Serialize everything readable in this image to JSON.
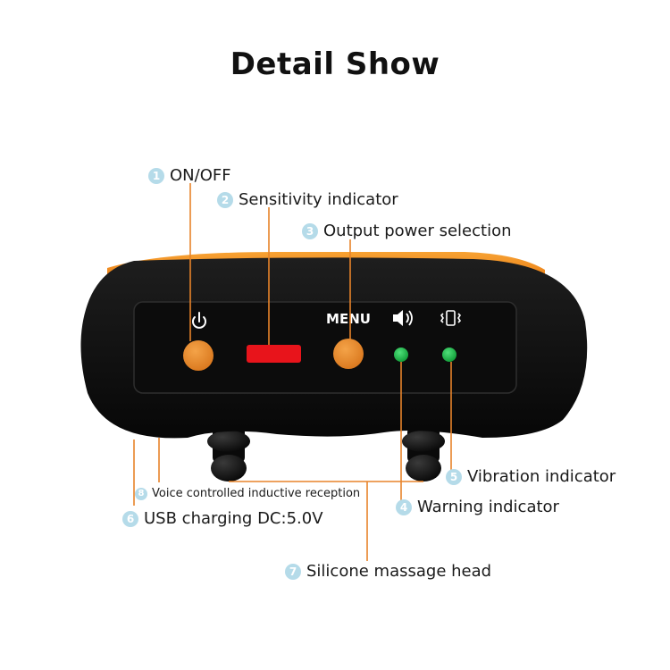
{
  "title": "Detail Show",
  "callouts": [
    {
      "num": "1",
      "label": "ON/OFF"
    },
    {
      "num": "2",
      "label": "Sensitivity indicator"
    },
    {
      "num": "3",
      "label": "Output power selection"
    },
    {
      "num": "4",
      "label": "Warning indicator"
    },
    {
      "num": "5",
      "label": "Vibration indicator"
    },
    {
      "num": "6",
      "label": "USB charging DC:5.0V"
    },
    {
      "num": "7",
      "label": "Silicone massage head"
    },
    {
      "num": "8",
      "label": "Voice controlled inductive reception"
    }
  ],
  "device": {
    "menu_label": "MENU",
    "icons": [
      "power-icon",
      "speaker-icon",
      "vibration-icon"
    ]
  },
  "colors": {
    "orange": "#f08a1c",
    "button": "#e98b2c",
    "red_indicator": "#e8141b",
    "green_led": "#1fb54a",
    "body": "#111111",
    "panel": "#0c0c0c",
    "leader": "#e8842a",
    "badge": "#b5dbe9"
  }
}
